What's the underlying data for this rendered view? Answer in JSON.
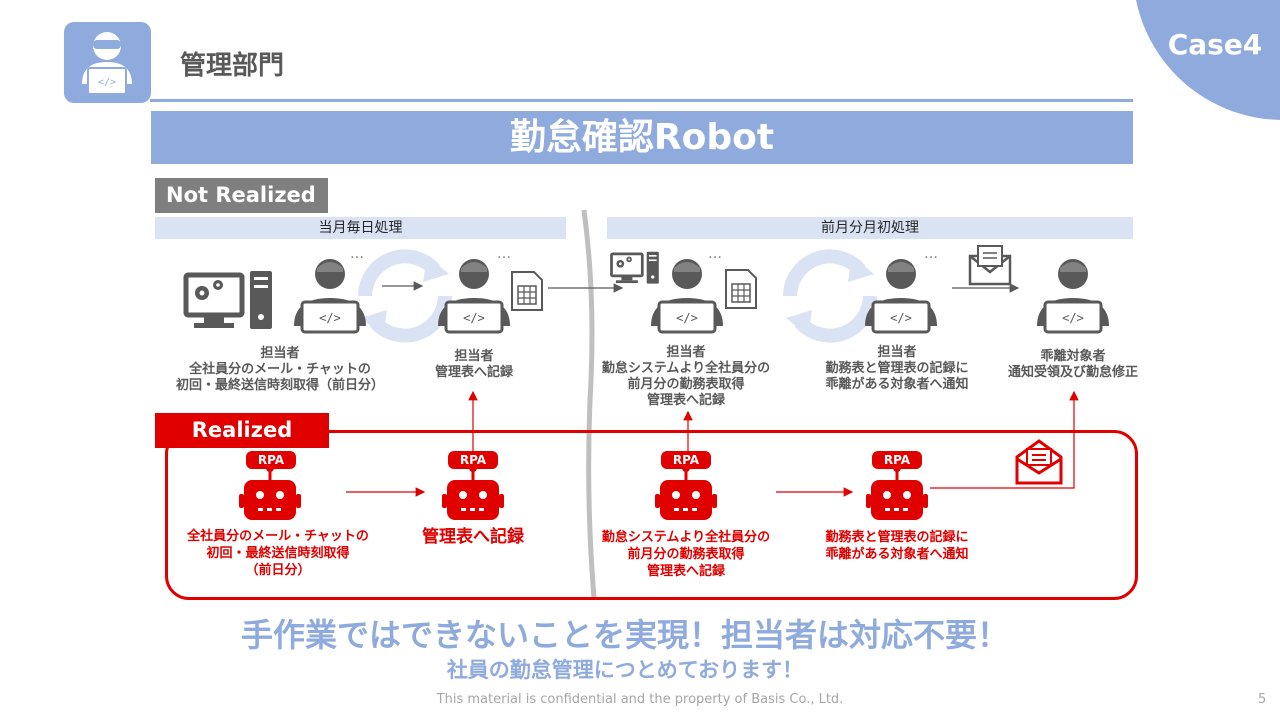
{
  "header": {
    "case_label": "Case4",
    "department": "管理部門",
    "title": "勤怠確認Robot"
  },
  "not_realized": {
    "label": "Not Realized",
    "phase_left": "当月毎日処理",
    "phase_right": "前月分月初処理",
    "steps": [
      [
        "担当者",
        "全社員分のメール・チャットの",
        "初回・最終送信時刻取得（前日分）"
      ],
      [
        "担当者",
        "管理表へ記録"
      ],
      [
        "担当者",
        "勤怠システムより全社員分の",
        "前月分の勤務表取得",
        "管理表へ記録"
      ],
      [
        "担当者",
        "勤務表と管理表の記録に",
        "乖離がある対象者へ通知"
      ],
      [
        "乖離対象者",
        "通知受領及び勤怠修正"
      ]
    ]
  },
  "realized": {
    "label": "Realized",
    "rpa_badge": "RPA",
    "steps": [
      [
        "全社員分のメール・チャットの",
        "初回・最終送信時刻取得",
        "（前日分）"
      ],
      [
        "管理表へ記録"
      ],
      [
        "勤怠システムより全社員分の",
        "前月分の勤務表取得",
        "管理表へ記録"
      ],
      [
        "勤務表と管理表の記録に",
        "乖離がある対象者へ通知"
      ]
    ]
  },
  "slogan": {
    "line1": "手作業ではできないことを実現！担当者は対応不要！",
    "line2": "社員の勤怠管理につとめております！"
  },
  "footer": {
    "text": "This material is confidential and the property of Basis Co., Ltd.",
    "page_number": "5"
  },
  "colors": {
    "accent": "#8faadc",
    "realized": "#e00000",
    "gray": "#595959",
    "phase_bg": "#dae3f3"
  },
  "icons": [
    "developer-icon",
    "computer-icon",
    "spreadsheet-icon",
    "refresh-cycle-icon",
    "mail-icon",
    "robot-icon"
  ]
}
